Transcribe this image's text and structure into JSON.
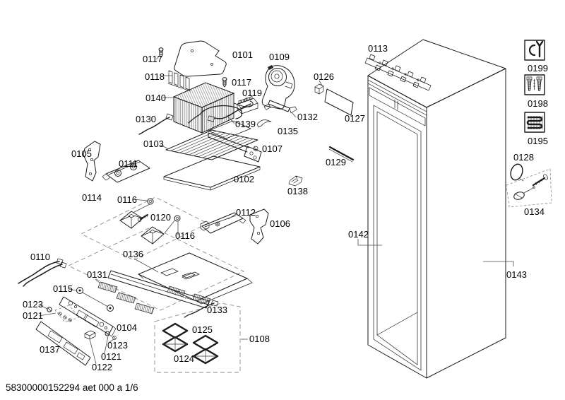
{
  "page": {
    "footer_text": "58300000152294 aet 000 a 1/6"
  },
  "parts": {
    "p0101": "0101",
    "p0102": "0102",
    "p0103": "0103",
    "p0104": "0104",
    "p0105": "0105",
    "p0106": "0106",
    "p0107": "0107",
    "p0108": "0108",
    "p0109": "0109",
    "p0110": "0110",
    "p0111": "0111",
    "p0112": "0112",
    "p0113": "0113",
    "p0114": "0114",
    "p0115": "0115",
    "p0116": "0116",
    "p0117": "0117",
    "p0118": "0118",
    "p0119": "0119",
    "p0120": "0120",
    "p0121": "0121",
    "p0122": "0122",
    "p0123": "0123",
    "p0124": "0124",
    "p0125": "0125",
    "p0126": "0126",
    "p0127": "0127",
    "p0128": "0128",
    "p0129": "0129",
    "p0130": "0130",
    "p0131": "0131",
    "p0132": "0132",
    "p0133": "0133",
    "p0134": "0134",
    "p0135": "0135",
    "p0136": "0136",
    "p0137": "0137",
    "p0138": "0138",
    "p0139": "0139",
    "p0140": "0140",
    "p0142": "0142",
    "p0143": "0143",
    "p0195": "0195",
    "p0198": "0198",
    "p0199": "0199"
  },
  "icons": [
    {
      "name": "wrench-tool-icon",
      "part": "0199"
    },
    {
      "name": "screws-icon",
      "part": "0198"
    },
    {
      "name": "heater-coil-icon",
      "part": "0195"
    }
  ]
}
